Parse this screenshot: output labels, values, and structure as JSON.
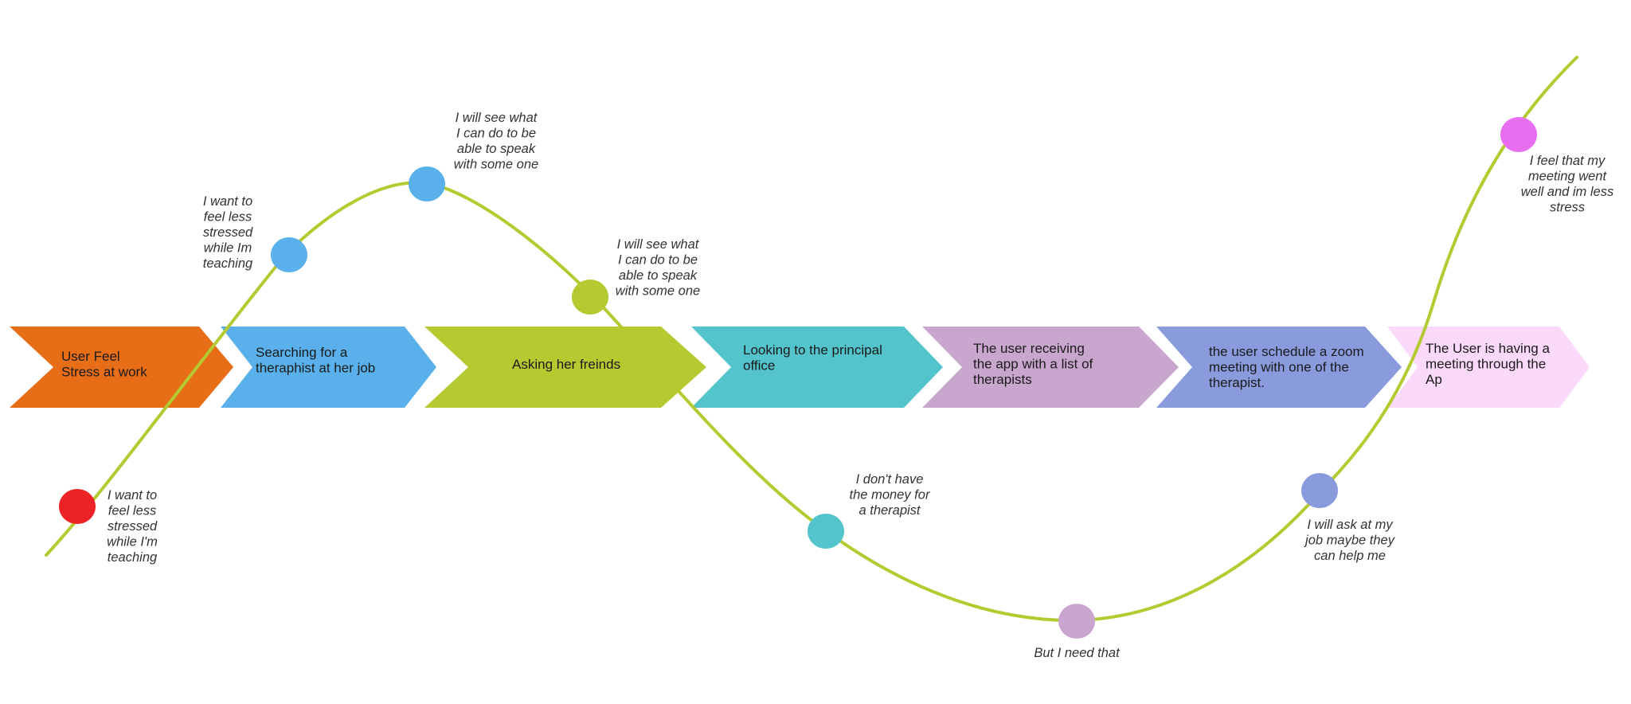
{
  "stages": [
    {
      "lines": [
        "User Feel",
        "Stress at work"
      ],
      "color": "#e86d17"
    },
    {
      "lines": [
        "Searching for a",
        "theraphist at her job"
      ],
      "color": "#5ab0ea"
    },
    {
      "lines": [
        "Asking her freinds"
      ],
      "color": "#b5c930"
    },
    {
      "lines": [
        "Looking to the principal",
        "office"
      ],
      "color": "#53c4cb"
    },
    {
      "lines": [
        "The user receiving",
        "the app with a list of",
        "therapists"
      ],
      "color": "#c8a6cd"
    },
    {
      "lines": [
        "the user schedule a zoom",
        "meeting with one of the",
        "therapist."
      ],
      "color": "#8a9bdd"
    },
    {
      "lines": [
        "The User is having a",
        "meeting through the",
        "Ap"
      ],
      "color": "#fbd9fb"
    }
  ],
  "thoughts": [
    {
      "lines": [
        "I want to",
        "feel less",
        "stressed",
        "while I'm",
        "teaching"
      ],
      "dot_color": "#ee2325"
    },
    {
      "lines": [
        "I want to",
        "feel less",
        "stressed",
        "while Im",
        "teaching"
      ],
      "dot_color": "#5ab0ea"
    },
    {
      "lines": [
        "I will see what",
        "I can do to be",
        "able to speak",
        "with some one"
      ],
      "dot_color": "#5ab0ea"
    },
    {
      "lines": [
        "I will see what",
        "I can do to be",
        "able to speak",
        "with some one"
      ],
      "dot_color": "#b5c930"
    },
    {
      "lines": [
        "I don't have",
        "the money for",
        "a therapist"
      ],
      "dot_color": "#53c4cb"
    },
    {
      "lines": [
        "But I need that"
      ],
      "dot_color": "#c8a6cd"
    },
    {
      "lines": [
        "I will ask at my",
        "job maybe they",
        "can help me"
      ],
      "dot_color": "#8a9bdd"
    },
    {
      "lines": [
        "I feel that my",
        "meeting went",
        "well and im less",
        "stress"
      ],
      "dot_color": "#e86df0"
    }
  ],
  "curve_color": "#b5c930"
}
